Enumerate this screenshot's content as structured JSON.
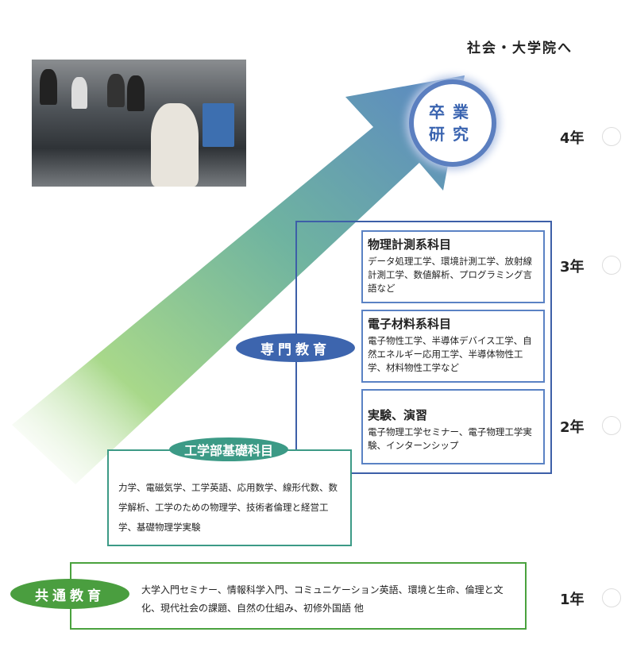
{
  "destination": "社会・大学院へ",
  "graduation_research": "卒業研究",
  "years": [
    "4年",
    "3年",
    "2年",
    "1年"
  ],
  "specialized": {
    "label": "専門教育",
    "groups": [
      {
        "title": "物理計測系科目",
        "body": "データ処理工学、環境計測工学、放射線計測工学、数値解析、プログラミング言語など"
      },
      {
        "title": "電子材料系科目",
        "body": "電子物性工学、半導体デバイス工学、自然エネルギー応用工学、半導体物性工学、材料物性工学など"
      },
      {
        "title": "実験、演習",
        "body": "電子物理工学セミナー、電子物理工学実験、インターンシップ"
      }
    ]
  },
  "engineering_basics": {
    "label": "工学部基礎科目",
    "body": "力学、電磁気学、工学英語、応用数学、線形代数、数学解析、工学のための物理学、技術者倫理と経営工学、基礎物理学実験"
  },
  "common": {
    "label": "共通教育",
    "body": "大学入門セミナー、情報科学入門、コミュニケーション英語、環境と生命、倫理と文化、現代社会の課題、自然の仕組み、初修外国語 他"
  },
  "colors": {
    "blue": "#3d5fa8",
    "teal": "#3c9a86",
    "green": "#4aa23e"
  }
}
